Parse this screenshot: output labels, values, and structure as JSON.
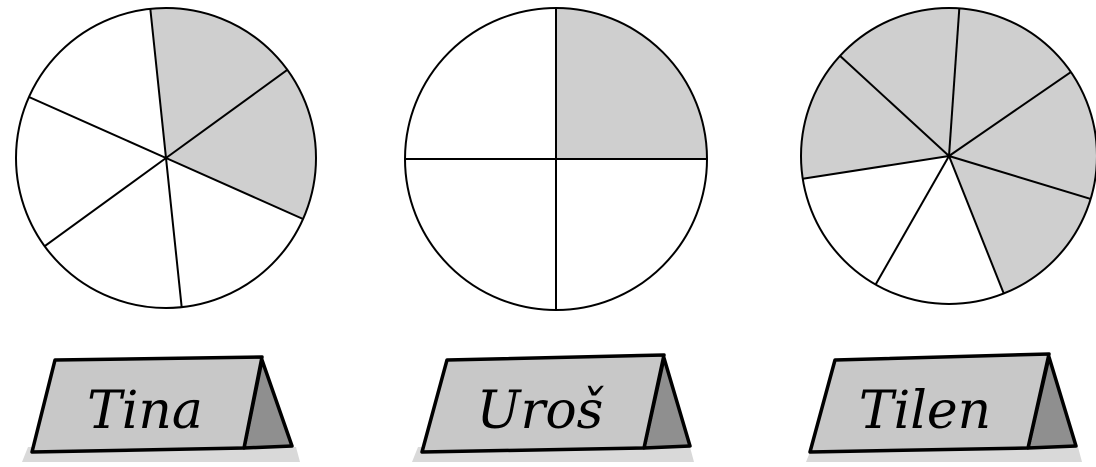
{
  "colors": {
    "shaded": "#cfcfcf",
    "unshaded": "#ffffff",
    "outline": "#000000"
  },
  "figures": [
    {
      "person": "Tina",
      "sectors": 6,
      "shaded": 2,
      "start_deg": -6,
      "shaded_start_index": 0
    },
    {
      "person": "Uroš",
      "sectors": 4,
      "shaded": 1,
      "start_deg": 0,
      "shaded_start_index": 0
    },
    {
      "person": "Tilen",
      "sectors": 7,
      "shaded": 5,
      "start_deg": 4,
      "shaded_start_index": 5
    }
  ]
}
